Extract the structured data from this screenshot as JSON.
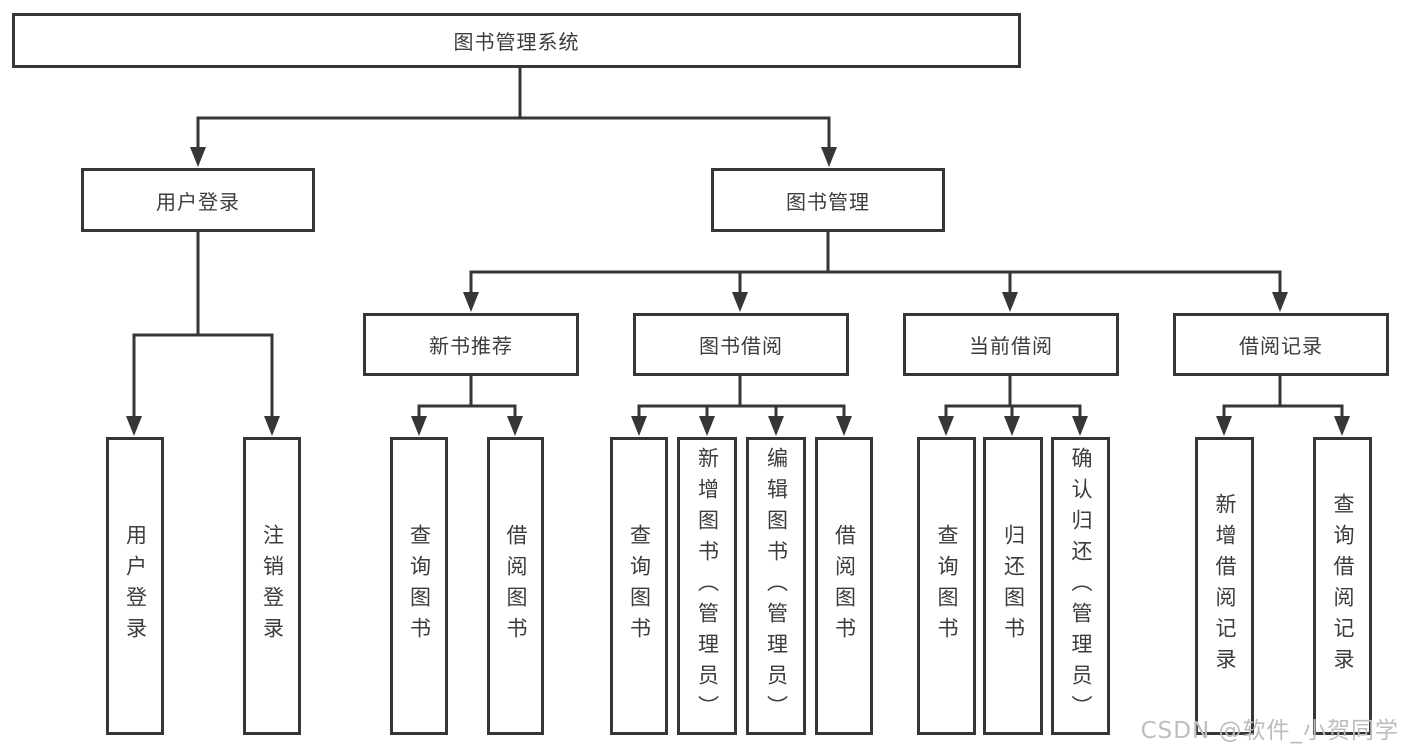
{
  "diagram": {
    "root_label": "图书管理系统",
    "user_login": {
      "label": "用户登录",
      "children": [
        "用户登录",
        "注销登录"
      ]
    },
    "book_mgmt": {
      "label": "图书管理",
      "children": [
        {
          "label": "新书推荐",
          "children": [
            "查询图书",
            "借阅图书"
          ]
        },
        {
          "label": "图书借阅",
          "children": [
            "查询图书",
            "新增图书（管理员）",
            "编辑图书（管理员）",
            "借阅图书"
          ]
        },
        {
          "label": "当前借阅",
          "children": [
            "查询图书",
            "归还图书",
            "确认归还（管理员）"
          ]
        },
        {
          "label": "借阅记录",
          "children": [
            "新增借阅记录",
            "查询借阅记录"
          ]
        }
      ]
    }
  },
  "watermark": {
    "text": "CSDN @软件_小贺同学"
  },
  "colors": {
    "line": "#363636",
    "text": "#3c3c3c",
    "box_bg": "#ffffff",
    "canvas_bg": "#ffffff",
    "watermark": "#bdbdbd"
  }
}
